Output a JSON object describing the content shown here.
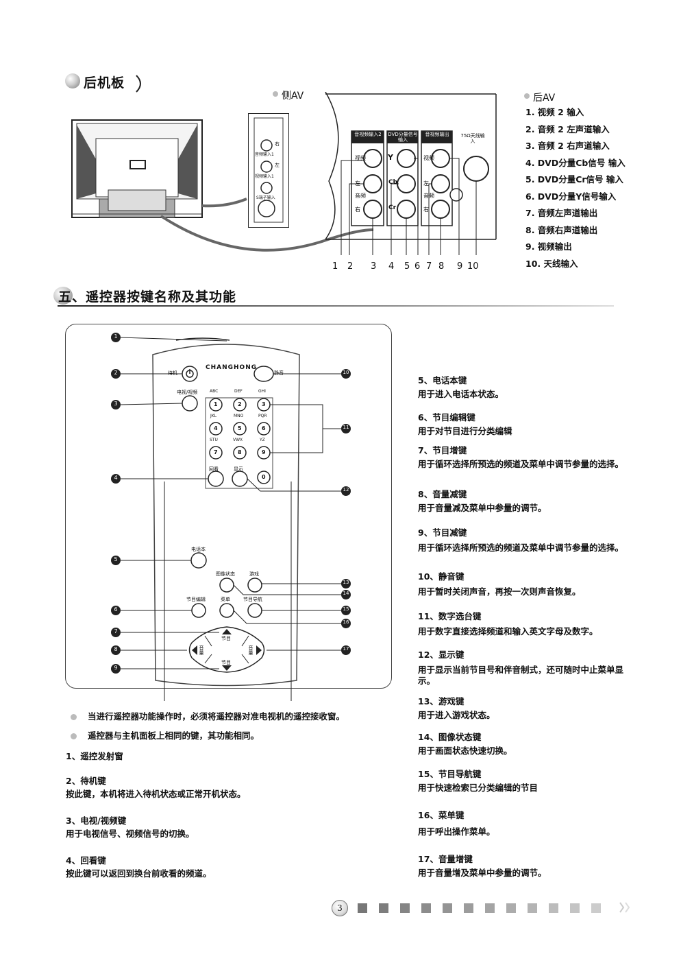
{
  "rear_panel": {
    "title": "后机板",
    "side_av_label": "侧AV",
    "rear_av_label": "后AV",
    "rear_items": [
      "1. 视频 2 输入",
      "2. 音频 2 左声道输入",
      "3. 音频 2 右声道输入",
      "4. DVD分量Cb信号 输入",
      "5. DVD分量Cr信号 输入",
      "6. DVD分量Y信号输入",
      "7. 音频左声道输出",
      "8. 音频右声道输出",
      "9. 视频输出",
      "10. 天线输入"
    ],
    "callout_numbers": [
      "1",
      "2",
      "3",
      "4",
      "5",
      "6",
      "7",
      "8",
      "9",
      "10"
    ],
    "side_jack_labels": [
      "右",
      "音频输入1",
      "左",
      "视频输入1",
      "S端子输入"
    ],
    "panel_group_labels": [
      "音视频输入2",
      "DVD分量信号输入",
      "音视频输出",
      "75Ω天线输入"
    ],
    "jack_letters": [
      "Y",
      "Cb",
      "Cr"
    ],
    "panel_side_labels": [
      "视频",
      "左",
      "音频",
      "右",
      "视频",
      "左",
      "音频",
      "右"
    ]
  },
  "remote_section": {
    "title": "五、遥控器按键名称及其功能",
    "remote_brand": "CHANGHONG",
    "key_labels": {
      "standby": "待机",
      "mute": "静音",
      "tv_av": "电视/视频",
      "recall": "回看",
      "display": "显示",
      "phonebook": "电话本",
      "picture_mode": "图像状态",
      "game": "游戏",
      "program_edit": "节目编辑",
      "menu": "菜单",
      "program_nav": "节目导航",
      "prog_up": "节目",
      "prog_down": "节目",
      "vol_minus": "音量",
      "vol_plus": "音量"
    },
    "digit_keys": [
      "1",
      "2",
      "3",
      "4",
      "5",
      "6",
      "7",
      "8",
      "9",
      "0"
    ],
    "digit_letters": [
      "ABC",
      "DEF",
      "GHI",
      "JKL",
      "MNO",
      "PQR",
      "STU",
      "VWX",
      "YZ"
    ],
    "callouts": [
      "1",
      "2",
      "3",
      "4",
      "5",
      "6",
      "7",
      "8",
      "9",
      "10",
      "11",
      "12",
      "13",
      "14",
      "15",
      "16",
      "17"
    ]
  },
  "notes": [
    "当进行遥控器功能操作时，必须将遥控器对准电视机的遥控接收窗。",
    "遥控器与主机面板上相同的键，其功能相同。"
  ],
  "left_descriptions": [
    {
      "title": "1、遥控发射窗",
      "body": ""
    },
    {
      "title": "2、待机键",
      "body": "按此键，本机将进入待机状态或正常开机状态。"
    },
    {
      "title": "3、电视/视频键",
      "body": "用于电视信号、视频信号的切换。"
    },
    {
      "title": "4、回看键",
      "body": "按此键可以返回到换台前收看的频道。"
    }
  ],
  "right_descriptions": [
    {
      "title": "5、电话本键",
      "body": "用于进入电话本状态。"
    },
    {
      "title": "6、节目编辑键",
      "body": "用于对节目进行分类编辑"
    },
    {
      "title": "7、节目增键",
      "body": "用于循环选择所预选的频道及菜单中调节参量的选择。"
    },
    {
      "title": "8、音量减键",
      "body": "用于音量减及菜单中参量的调节。"
    },
    {
      "title": "9、节目减键",
      "body": "用于循环选择所预选的频道及菜单中调节参量的选择。"
    },
    {
      "title": "10、静音键",
      "body": "用于暂时关闭声音，再按一次则声音恢复。"
    },
    {
      "title": "11、数字选台键",
      "body": "用于数字直接选择频道和输入英文字母及数字。"
    },
    {
      "title": "12、显示键",
      "body": "用于显示当前节目号和伴音制式，还可随时中止菜单显示。"
    },
    {
      "title": "13、游戏键",
      "body": "用于进入游戏状态。"
    },
    {
      "title": "14、图像状态键",
      "body": "用于画面状态快速切换。"
    },
    {
      "title": "15、节目导航键",
      "body": "用于快速检索已分类编辑的节目"
    },
    {
      "title": "16、菜单键",
      "body": "用于呼出操作菜单。"
    },
    {
      "title": "17、音量增键",
      "body": "用于音量增及菜单中参量的调节。"
    }
  ],
  "footer": {
    "page_number": "3"
  }
}
